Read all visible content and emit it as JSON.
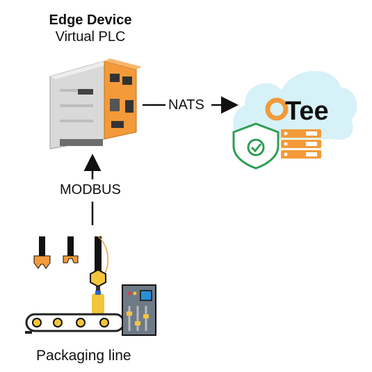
{
  "edge": {
    "title": "Edge Device",
    "subtitle": "Virtual PLC"
  },
  "links": {
    "nats": "NATS",
    "modbus": "MODBUS"
  },
  "cloud": {
    "logo_text": "Tee"
  },
  "line": {
    "label": "Packaging line"
  },
  "icons": [
    "plc-device-icon",
    "cloud-icon",
    "shield-check-icon",
    "server-stack-icon",
    "robot-gripper-icon",
    "conveyor-belt-icon",
    "control-panel-icon"
  ],
  "colors": {
    "accent_orange": "#f39a3a",
    "cloud_fill": "#d7f1f8",
    "shield_green": "#2e9e55",
    "dark": "#111111"
  }
}
